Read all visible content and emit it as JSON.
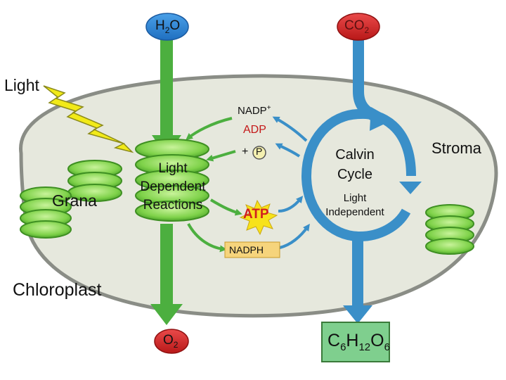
{
  "labels": {
    "h2o": "H",
    "h2o_sub": "2",
    "h2o_o": "O",
    "co2": "CO",
    "co2_sub": "2",
    "o2": "O",
    "o2_sub": "2",
    "light": "Light",
    "nadp_plus": "NADP",
    "nadp_sup": "+",
    "adp": "ADP",
    "plus": "+",
    "p": "P",
    "calvin_line1": "Calvin",
    "calvin_line2": "Cycle",
    "light_independent_line1": "Light",
    "light_independent_line2": "Independent",
    "stroma": "Stroma",
    "grana": "Grana",
    "ldr_line1": "Light",
    "ldr_line2": "Dependent",
    "ldr_line3": "Reactions",
    "atp": "ATP",
    "nadph": "NADPH",
    "chloroplast": "Chloroplast",
    "glucose": {
      "c": "C",
      "c_sub": "6",
      "h": "H",
      "h_sub": "12",
      "o": "O",
      "o_sub": "6"
    }
  },
  "colors": {
    "chloroplast_fill": "#e6e8dd",
    "chloroplast_stroke": "#8a8d86",
    "green_arrow": "#4caf3f",
    "blue_arrow": "#3a8fc8",
    "h2o_node": "#2a7fd0",
    "co2_node": "#d02828",
    "o2_node": "#d02828",
    "lightning": "#f2ea18",
    "granum": "#8fdc5a",
    "atp_burst": "#f7e21a",
    "atp_text": "#d12020",
    "adp_text": "#c41818",
    "nadph_box": "#f6d47c",
    "glucose_box": "#7fcf8e"
  }
}
